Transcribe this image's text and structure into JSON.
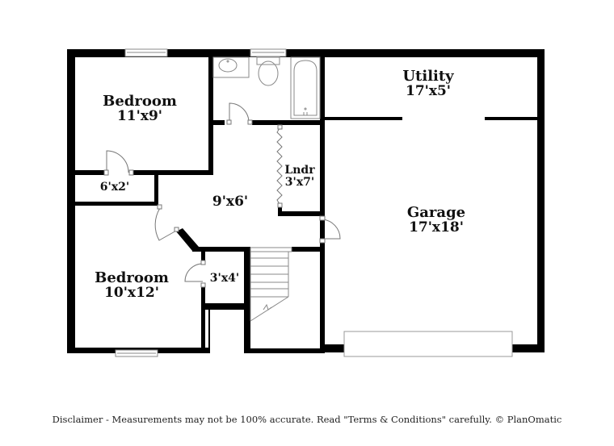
{
  "floorplan": {
    "rooms": [
      {
        "id": "bedroom-1",
        "name": "Bedroom",
        "dimensions": "11'x9'"
      },
      {
        "id": "closet-1",
        "name": "",
        "dimensions": "6'x2'"
      },
      {
        "id": "hall",
        "name": "",
        "dimensions": "9'x6'"
      },
      {
        "id": "laundry",
        "name": "Lndr",
        "dimensions": "3'x7'"
      },
      {
        "id": "utility",
        "name": "Utility",
        "dimensions": "17'x5'"
      },
      {
        "id": "garage",
        "name": "Garage",
        "dimensions": "17'x18'"
      },
      {
        "id": "bedroom-2",
        "name": "Bedroom",
        "dimensions": "10'x12'"
      },
      {
        "id": "closet-2",
        "name": "",
        "dimensions": "3'x4'"
      }
    ],
    "colors": {
      "wall": "#000000",
      "fixture": "#888888",
      "background": "#ffffff"
    }
  },
  "footer": {
    "disclaimer": "Disclaimer - Measurements may not be 100% accurate. Read \"Terms & Conditions\" carefully. © PlanOmatic"
  }
}
